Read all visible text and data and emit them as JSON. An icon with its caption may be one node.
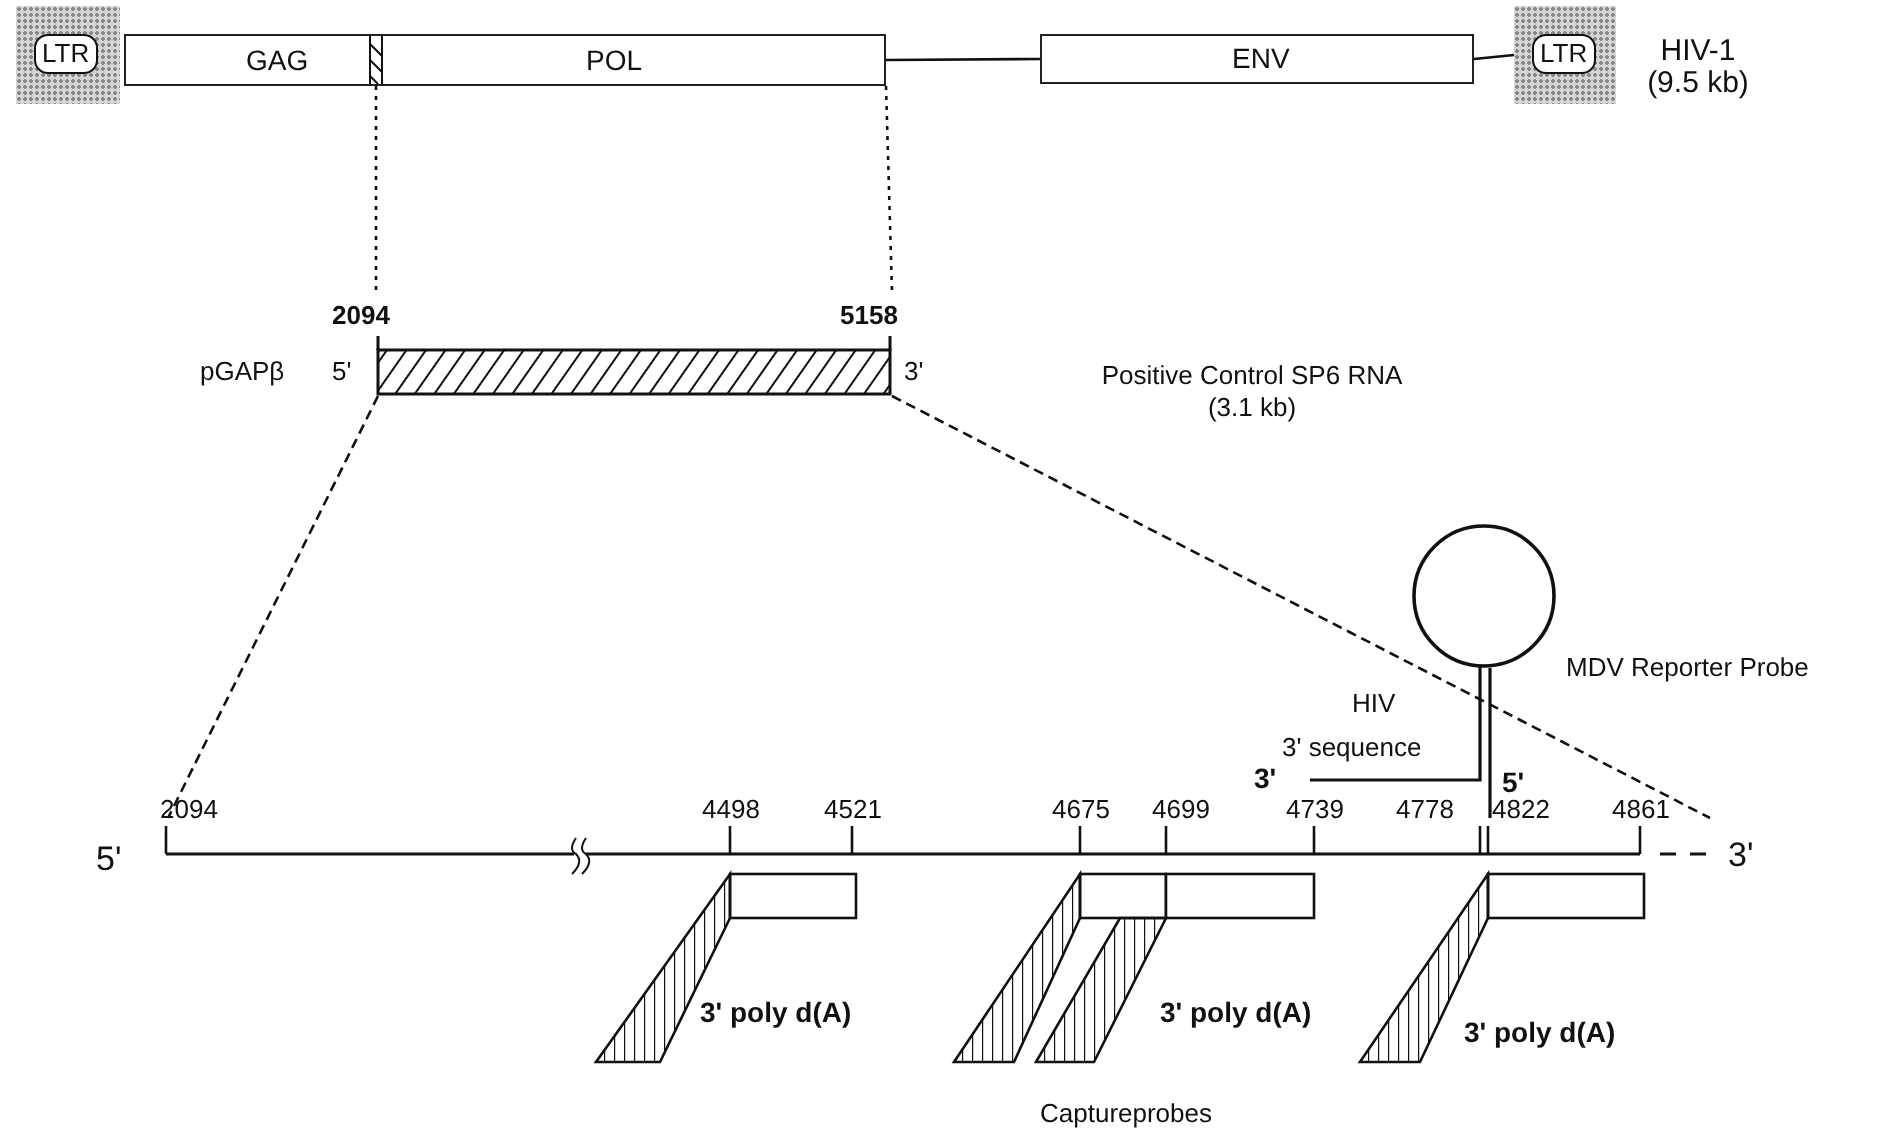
{
  "diagram": {
    "nodes": [
      {
        "text": [
          "LTR"
        ]
      },
      {
        "text": [
          "GAG",
          "POL"
        ]
      },
      {
        "text": [
          "ENV"
        ]
      },
      {
        "text": [
          "LTR"
        ]
      },
      {
        "text": [],
        "shape": "bar",
        "beside": [
          "2094",
          "5158",
          "pGAPβ",
          "5'",
          "3'"
        ]
      },
      {
        "text": [],
        "shape": "line",
        "beside": [
          "2094",
          "4498",
          "4521",
          "4675",
          "4699",
          "4739",
          "4778",
          "4822",
          "4861"
        ]
      },
      {
        "text": [],
        "shape": "circle"
      },
      {
        "text": [],
        "shape": "bar"
      },
      {
        "text": [],
        "shape": "bar"
      },
      {
        "text": [],
        "shape": "bar"
      },
      {
        "text": [],
        "shape": "bar"
      }
    ],
    "edges": [
      {
        "from": 1,
        "to": 2,
        "arrow": "none"
      },
      {
        "from": 2,
        "to": 3,
        "arrow": "none"
      },
      {
        "from": 1,
        "to": 4,
        "arrow": "none",
        "style": "dashed"
      },
      {
        "from": 1,
        "to": 4,
        "arrow": "none",
        "style": "dashed"
      },
      {
        "from": 4,
        "to": 5,
        "arrow": "none",
        "style": "dashed"
      },
      {
        "from": 4,
        "to": 5,
        "arrow": "none",
        "style": "dashed"
      },
      {
        "from": 6,
        "to": 5,
        "arrow": "none"
      }
    ],
    "labels": [
      "HIV-1 (9.5 kb)",
      "Positive Control SP6 RNA (3.1 kb)",
      "MDV Reporter Probe",
      "HIV",
      "3' sequence",
      "3'",
      "5'",
      "5'",
      "3'",
      "3' poly d(A)",
      "3' poly d(A)",
      "3' poly d(A)",
      "Captureprobes"
    ]
  }
}
